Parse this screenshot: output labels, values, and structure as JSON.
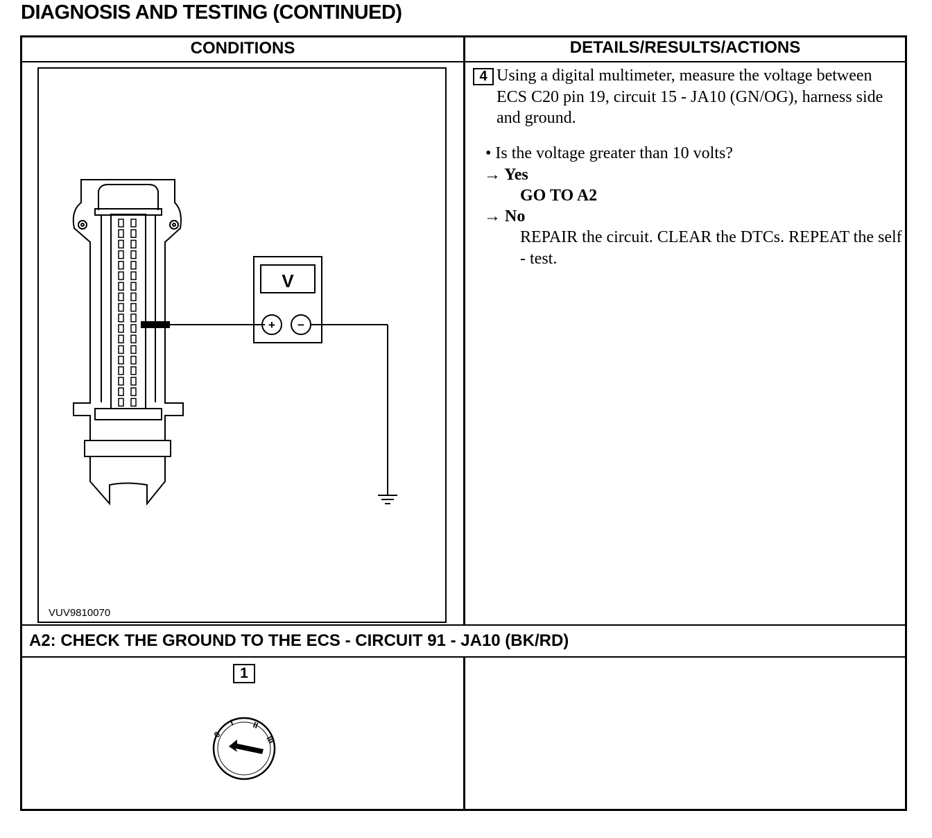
{
  "page": {
    "title": "DIAGNOSIS AND TESTING (CONTINUED)"
  },
  "table": {
    "col_conditions": "CONDITIONS",
    "col_details": "DETAILS/RESULTS/ACTIONS"
  },
  "step4": {
    "number": "4",
    "text": "Using a digital multimeter, measure the voltage between ECS C20 pin 19, circuit 15 - JA10 (GN/OG), harness side and ground.",
    "question": "• Is the voltage greater than 10 volts?",
    "yes_label": "→ Yes",
    "yes_action": "GO TO A2",
    "no_label": "→ No",
    "no_action": "REPAIR the circuit. CLEAR the DTCs. REPEAT the self - test."
  },
  "figure": {
    "ref": "VUV9810070",
    "meter_label": "V",
    "plus": "+",
    "minus": "−"
  },
  "section_a2": {
    "title": "A2: CHECK THE GROUND TO THE ECS - CIRCUIT 91 - JA10 (BK/RD)",
    "step_number": "1",
    "ignition_labels": [
      "0",
      "I",
      "II",
      "III"
    ]
  }
}
